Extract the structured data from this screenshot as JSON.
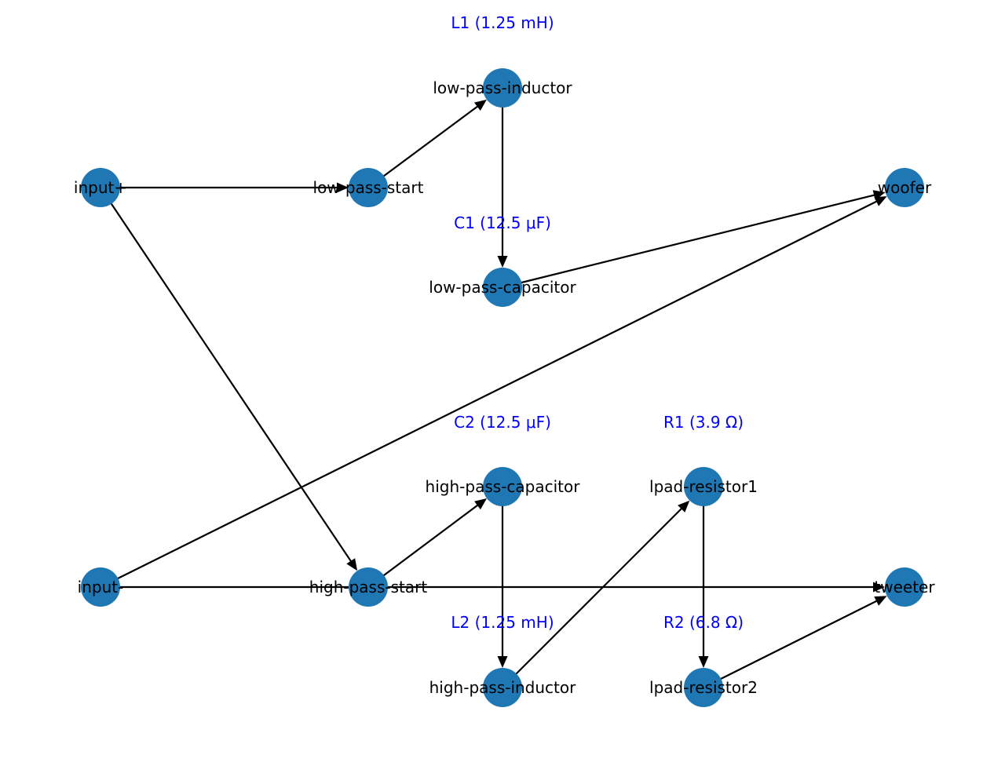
{
  "colors": {
    "node_fill": "#1f77b4",
    "edge": "#000000",
    "node_text": "#000000",
    "component_text": "#0000ff",
    "background": "#ffffff"
  },
  "nodes": [
    {
      "id": "input+",
      "label": "input+"
    },
    {
      "id": "low-pass-start",
      "label": "low-pass-start"
    },
    {
      "id": "low-pass-inductor",
      "label": "low-pass-inductor"
    },
    {
      "id": "low-pass-capacitor",
      "label": "low-pass-capacitor"
    },
    {
      "id": "woofer",
      "label": "woofer"
    },
    {
      "id": "input-",
      "label": "input-"
    },
    {
      "id": "high-pass-start",
      "label": "high-pass-start"
    },
    {
      "id": "high-pass-capacitor",
      "label": "high-pass-capacitor"
    },
    {
      "id": "high-pass-inductor",
      "label": "high-pass-inductor"
    },
    {
      "id": "lpad-resistor1",
      "label": "lpad-resistor1"
    },
    {
      "id": "lpad-resistor2",
      "label": "lpad-resistor2"
    },
    {
      "id": "tweeter",
      "label": "tweeter"
    }
  ],
  "edges": [
    {
      "from": "input+",
      "to": "low-pass-start"
    },
    {
      "from": "input+",
      "to": "high-pass-start"
    },
    {
      "from": "low-pass-start",
      "to": "low-pass-inductor"
    },
    {
      "from": "low-pass-inductor",
      "to": "low-pass-capacitor"
    },
    {
      "from": "low-pass-capacitor",
      "to": "woofer"
    },
    {
      "from": "input-",
      "to": "woofer"
    },
    {
      "from": "input-",
      "to": "tweeter"
    },
    {
      "from": "high-pass-start",
      "to": "high-pass-capacitor"
    },
    {
      "from": "high-pass-capacitor",
      "to": "high-pass-inductor"
    },
    {
      "from": "high-pass-inductor",
      "to": "lpad-resistor1"
    },
    {
      "from": "lpad-resistor1",
      "to": "lpad-resistor2"
    },
    {
      "from": "lpad-resistor2",
      "to": "tweeter"
    }
  ],
  "component_labels": [
    {
      "id": "L1",
      "text": "L1 (1.25 mH)"
    },
    {
      "id": "C1",
      "text": "C1 (12.5 μF)"
    },
    {
      "id": "C2",
      "text": "C2 (12.5 μF)"
    },
    {
      "id": "R1",
      "text": "R1 (3.9 Ω)"
    },
    {
      "id": "L2",
      "text": "L2 (1.25 mH)"
    },
    {
      "id": "R2",
      "text": "R2 (6.8 Ω)"
    }
  ]
}
